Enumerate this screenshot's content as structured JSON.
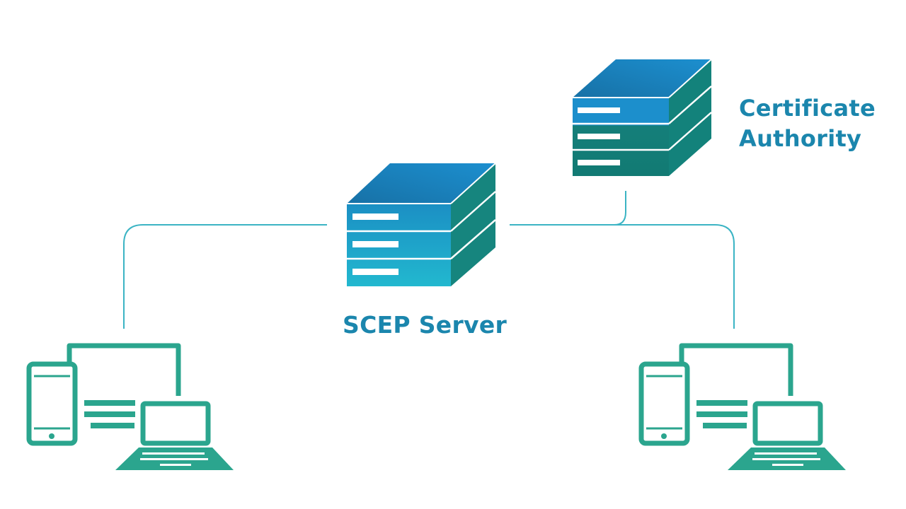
{
  "labels": {
    "scep_server": "SCEP Server",
    "ca_line1": "Certificate",
    "ca_line2": "Authority"
  },
  "colors": {
    "line": "#3bb4c4",
    "device": "#2ba58e",
    "label": "#1b86ad",
    "server_top": "#1778b8",
    "server_front_light": "#21b5cf",
    "server_side": "#157f78"
  }
}
